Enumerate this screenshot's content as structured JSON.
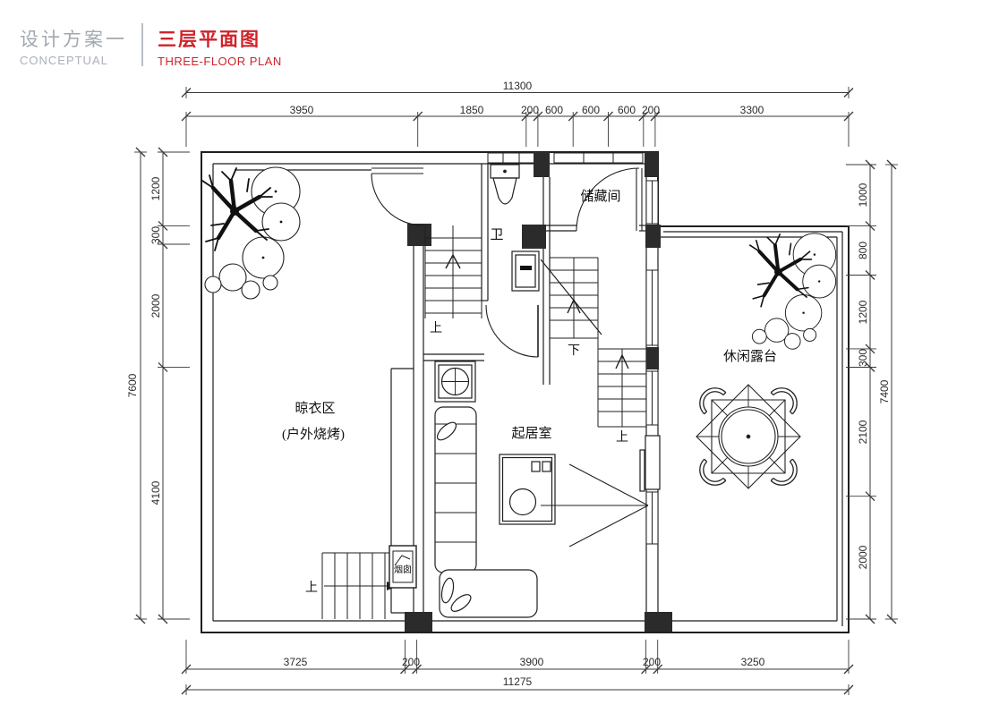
{
  "header": {
    "title_cn": "设计方案一",
    "title_en": "CONCEPTUAL",
    "plan_title_cn": "三层平面图",
    "plan_title_en": "THREE-FLOOR PLAN",
    "accent_color": "#cf2329",
    "muted_color": "#a2a8b0"
  },
  "rooms": {
    "storage": "储藏间",
    "bath": "卫",
    "drying_area": "晾衣区",
    "drying_area_sub": "(户外烧烤)",
    "living_room": "起居室",
    "terrace": "休闲露台",
    "chimney": "烟囱"
  },
  "stairs": {
    "up": "上",
    "down": "下"
  },
  "dimensions": {
    "top": {
      "total": "11300",
      "segments": [
        "3950",
        "1850",
        "200",
        "600",
        "600",
        "600",
        "200",
        "3300"
      ]
    },
    "bottom": {
      "total": "11275",
      "segments": [
        "3725",
        "200",
        "3900",
        "200",
        "3250"
      ]
    },
    "left": {
      "total": "7600",
      "segments": [
        "1200",
        "300",
        "2000",
        "4100"
      ]
    },
    "right": {
      "total": "7400",
      "segments": [
        "1000",
        "800",
        "1200",
        "300",
        "2100",
        "2000"
      ]
    }
  }
}
